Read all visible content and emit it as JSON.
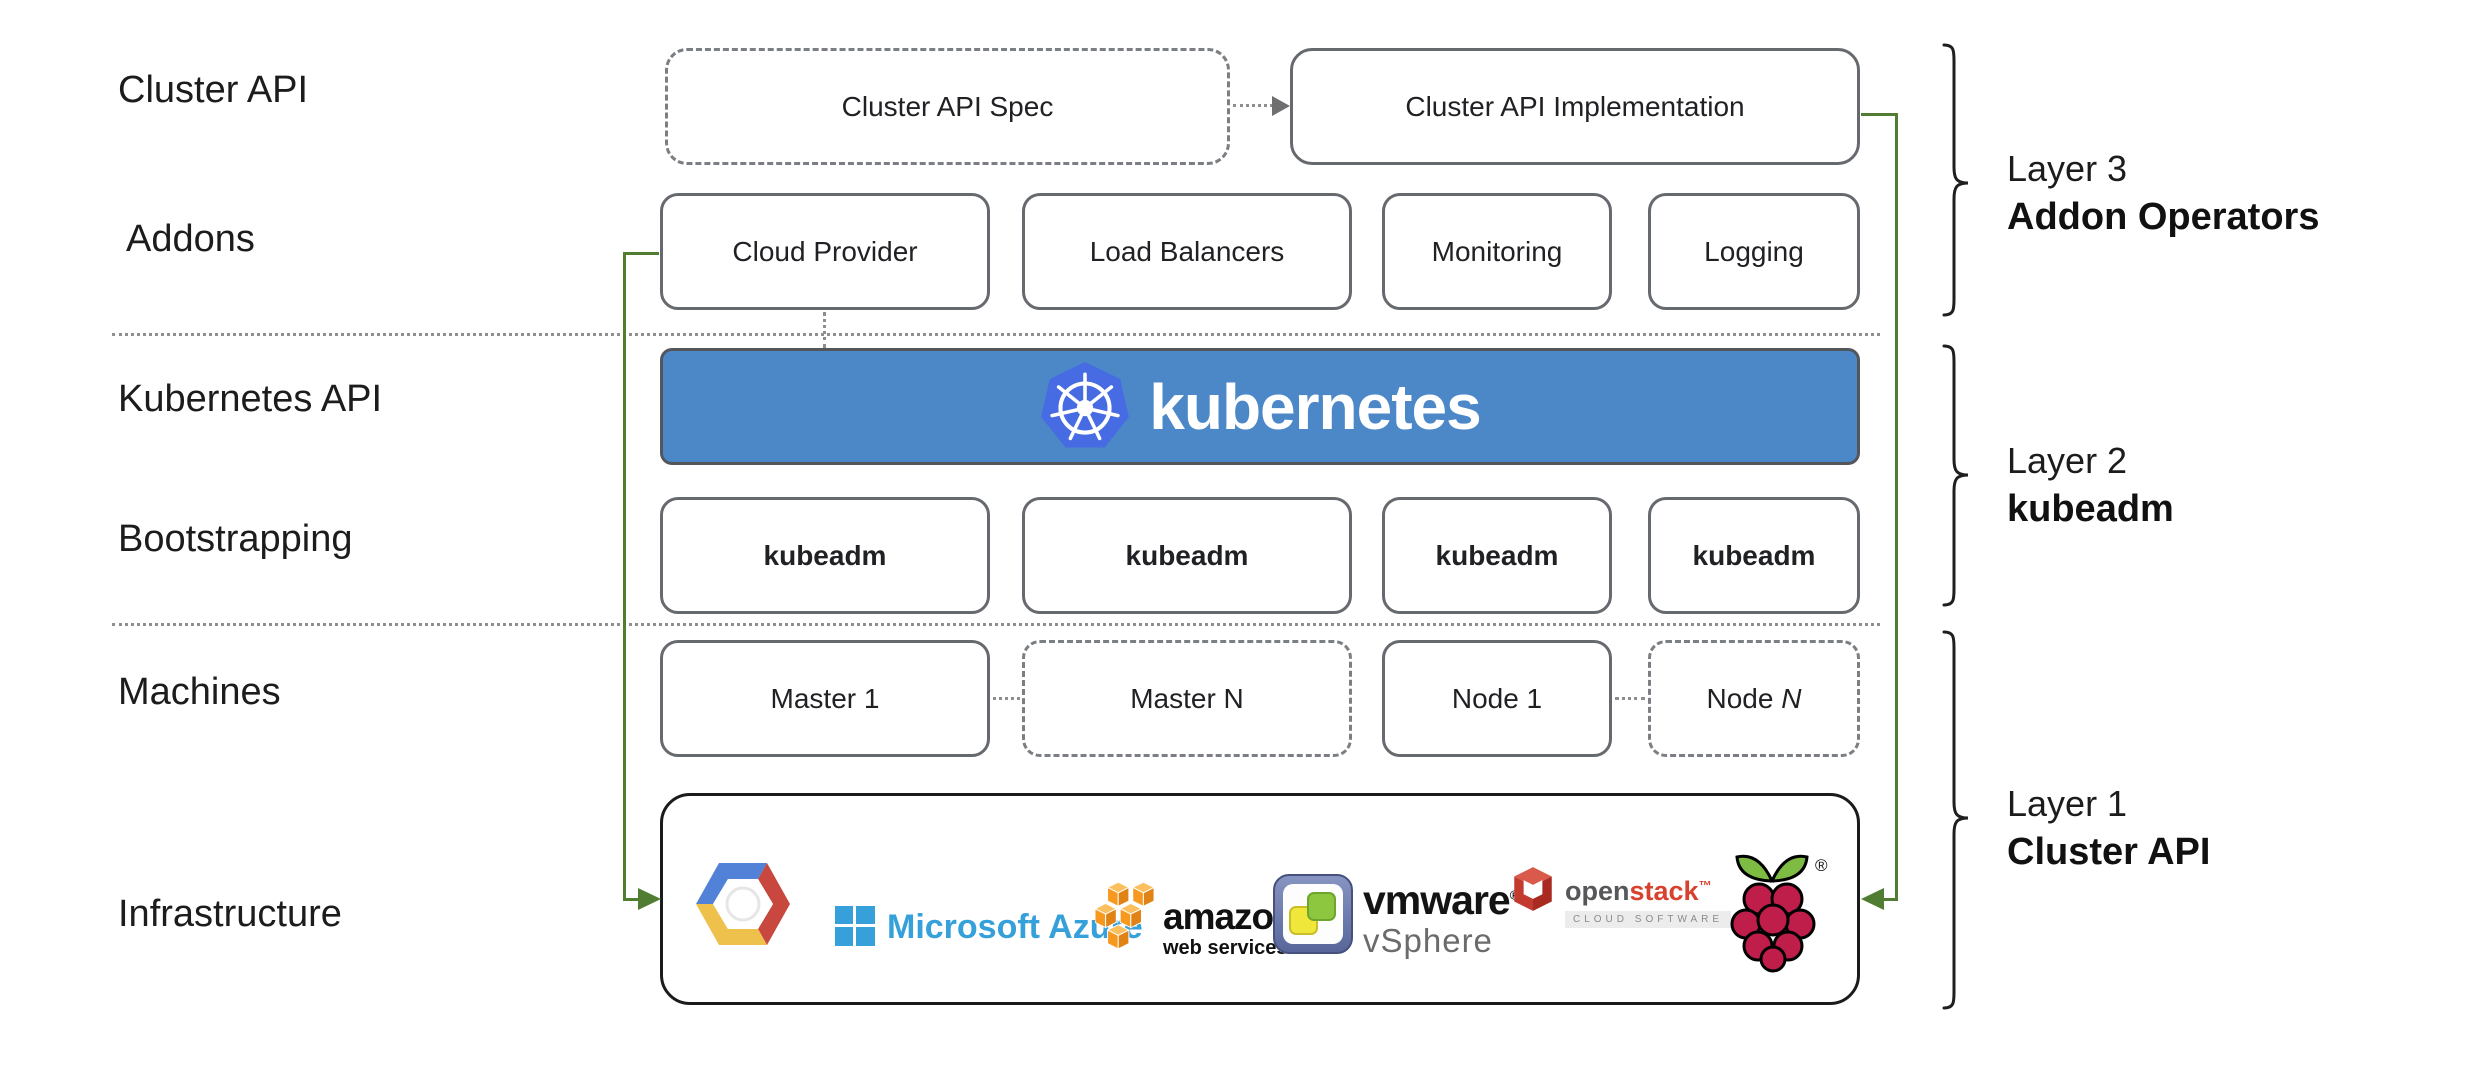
{
  "left_labels": {
    "cluster_api": "Cluster API",
    "addons": "Addons",
    "kubernetes_api": "Kubernetes API",
    "bootstrapping": "Bootstrapping",
    "machines": "Machines",
    "infrastructure": "Infrastructure"
  },
  "cluster_api_row": {
    "spec": "Cluster API Spec",
    "implementation": "Cluster API Implementation"
  },
  "addons_row": {
    "items": [
      "Cloud Provider",
      "Load Balancers",
      "Monitoring",
      "Logging"
    ]
  },
  "kubernetes_banner": {
    "wordmark": "kubernetes",
    "logo_icon": "kubernetes-wheel-icon"
  },
  "bootstrapping_row": {
    "items": [
      "kubeadm",
      "kubeadm",
      "kubeadm",
      "kubeadm"
    ]
  },
  "machines_row": {
    "master_1": "Master 1",
    "master_n": "Master N",
    "node_1": "Node 1",
    "node_n_prefix": "Node",
    "node_n_suffix": "N"
  },
  "infrastructure": {
    "providers": [
      "google-cloud",
      "microsoft-azure",
      "amazon-web-services",
      "vmware-vsphere",
      "openstack",
      "raspberry-pi"
    ],
    "azure_text": "Microsoft Azure",
    "amazon_text": "amazon",
    "amazon_sub": "web services",
    "vmware_text": "vmware",
    "vmware_reg": "®",
    "vmware_sub": "vSphere",
    "openstack_open": "open",
    "openstack_stack": "stack",
    "openstack_tm": "™",
    "openstack_sub": "CLOUD SOFTWARE",
    "raspberry_reg": "®"
  },
  "layers": [
    {
      "title": "Layer 3",
      "subtitle": "Addon Operators"
    },
    {
      "title": "Layer 2",
      "subtitle": "kubeadm"
    },
    {
      "title": "Layer 1",
      "subtitle": "Cluster API"
    }
  ],
  "colors": {
    "green_connector": "#507d32",
    "banner_blue": "#4c87c7",
    "kubernetes_logo_blue": "#466be3",
    "azure_blue": "#35a0da",
    "aws_orange": "#f7981f",
    "openstack_red": "#d9412f",
    "raspberry_crimson": "#bf1e4b",
    "box_border_gray": "#666a6e"
  }
}
